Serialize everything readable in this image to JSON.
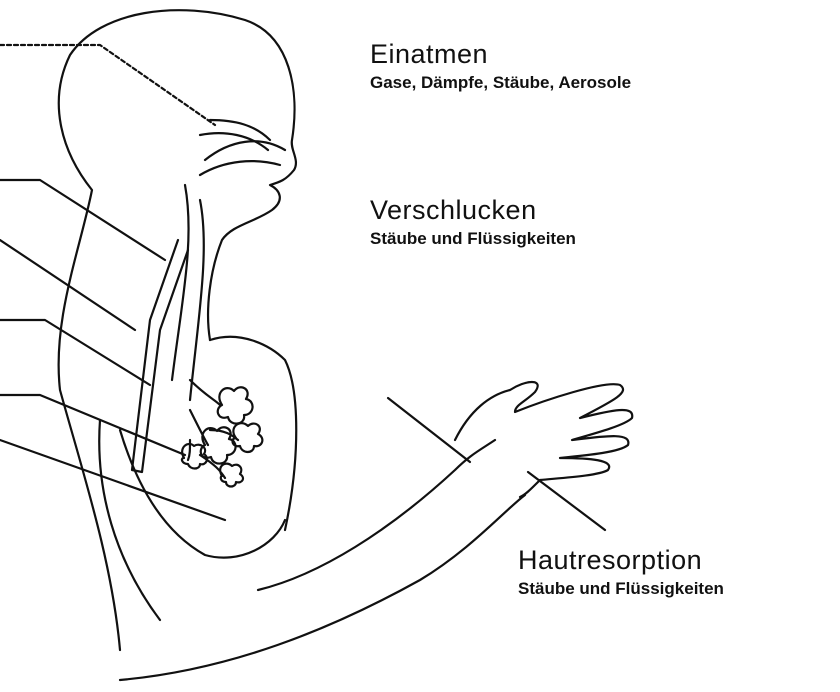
{
  "routes": {
    "inhalation": {
      "title": "Einatmen",
      "substances": "Gase, Dämpfe, Stäube, Aerosole"
    },
    "ingestion": {
      "title": "Verschlucken",
      "substances": "Stäube und Flüssigkeiten"
    },
    "skin_absorption": {
      "title": "Hautresorption",
      "substances": "Stäube und Flüssigkeiten"
    }
  },
  "colors": {
    "line": "#111111",
    "background": "#ffffff"
  }
}
